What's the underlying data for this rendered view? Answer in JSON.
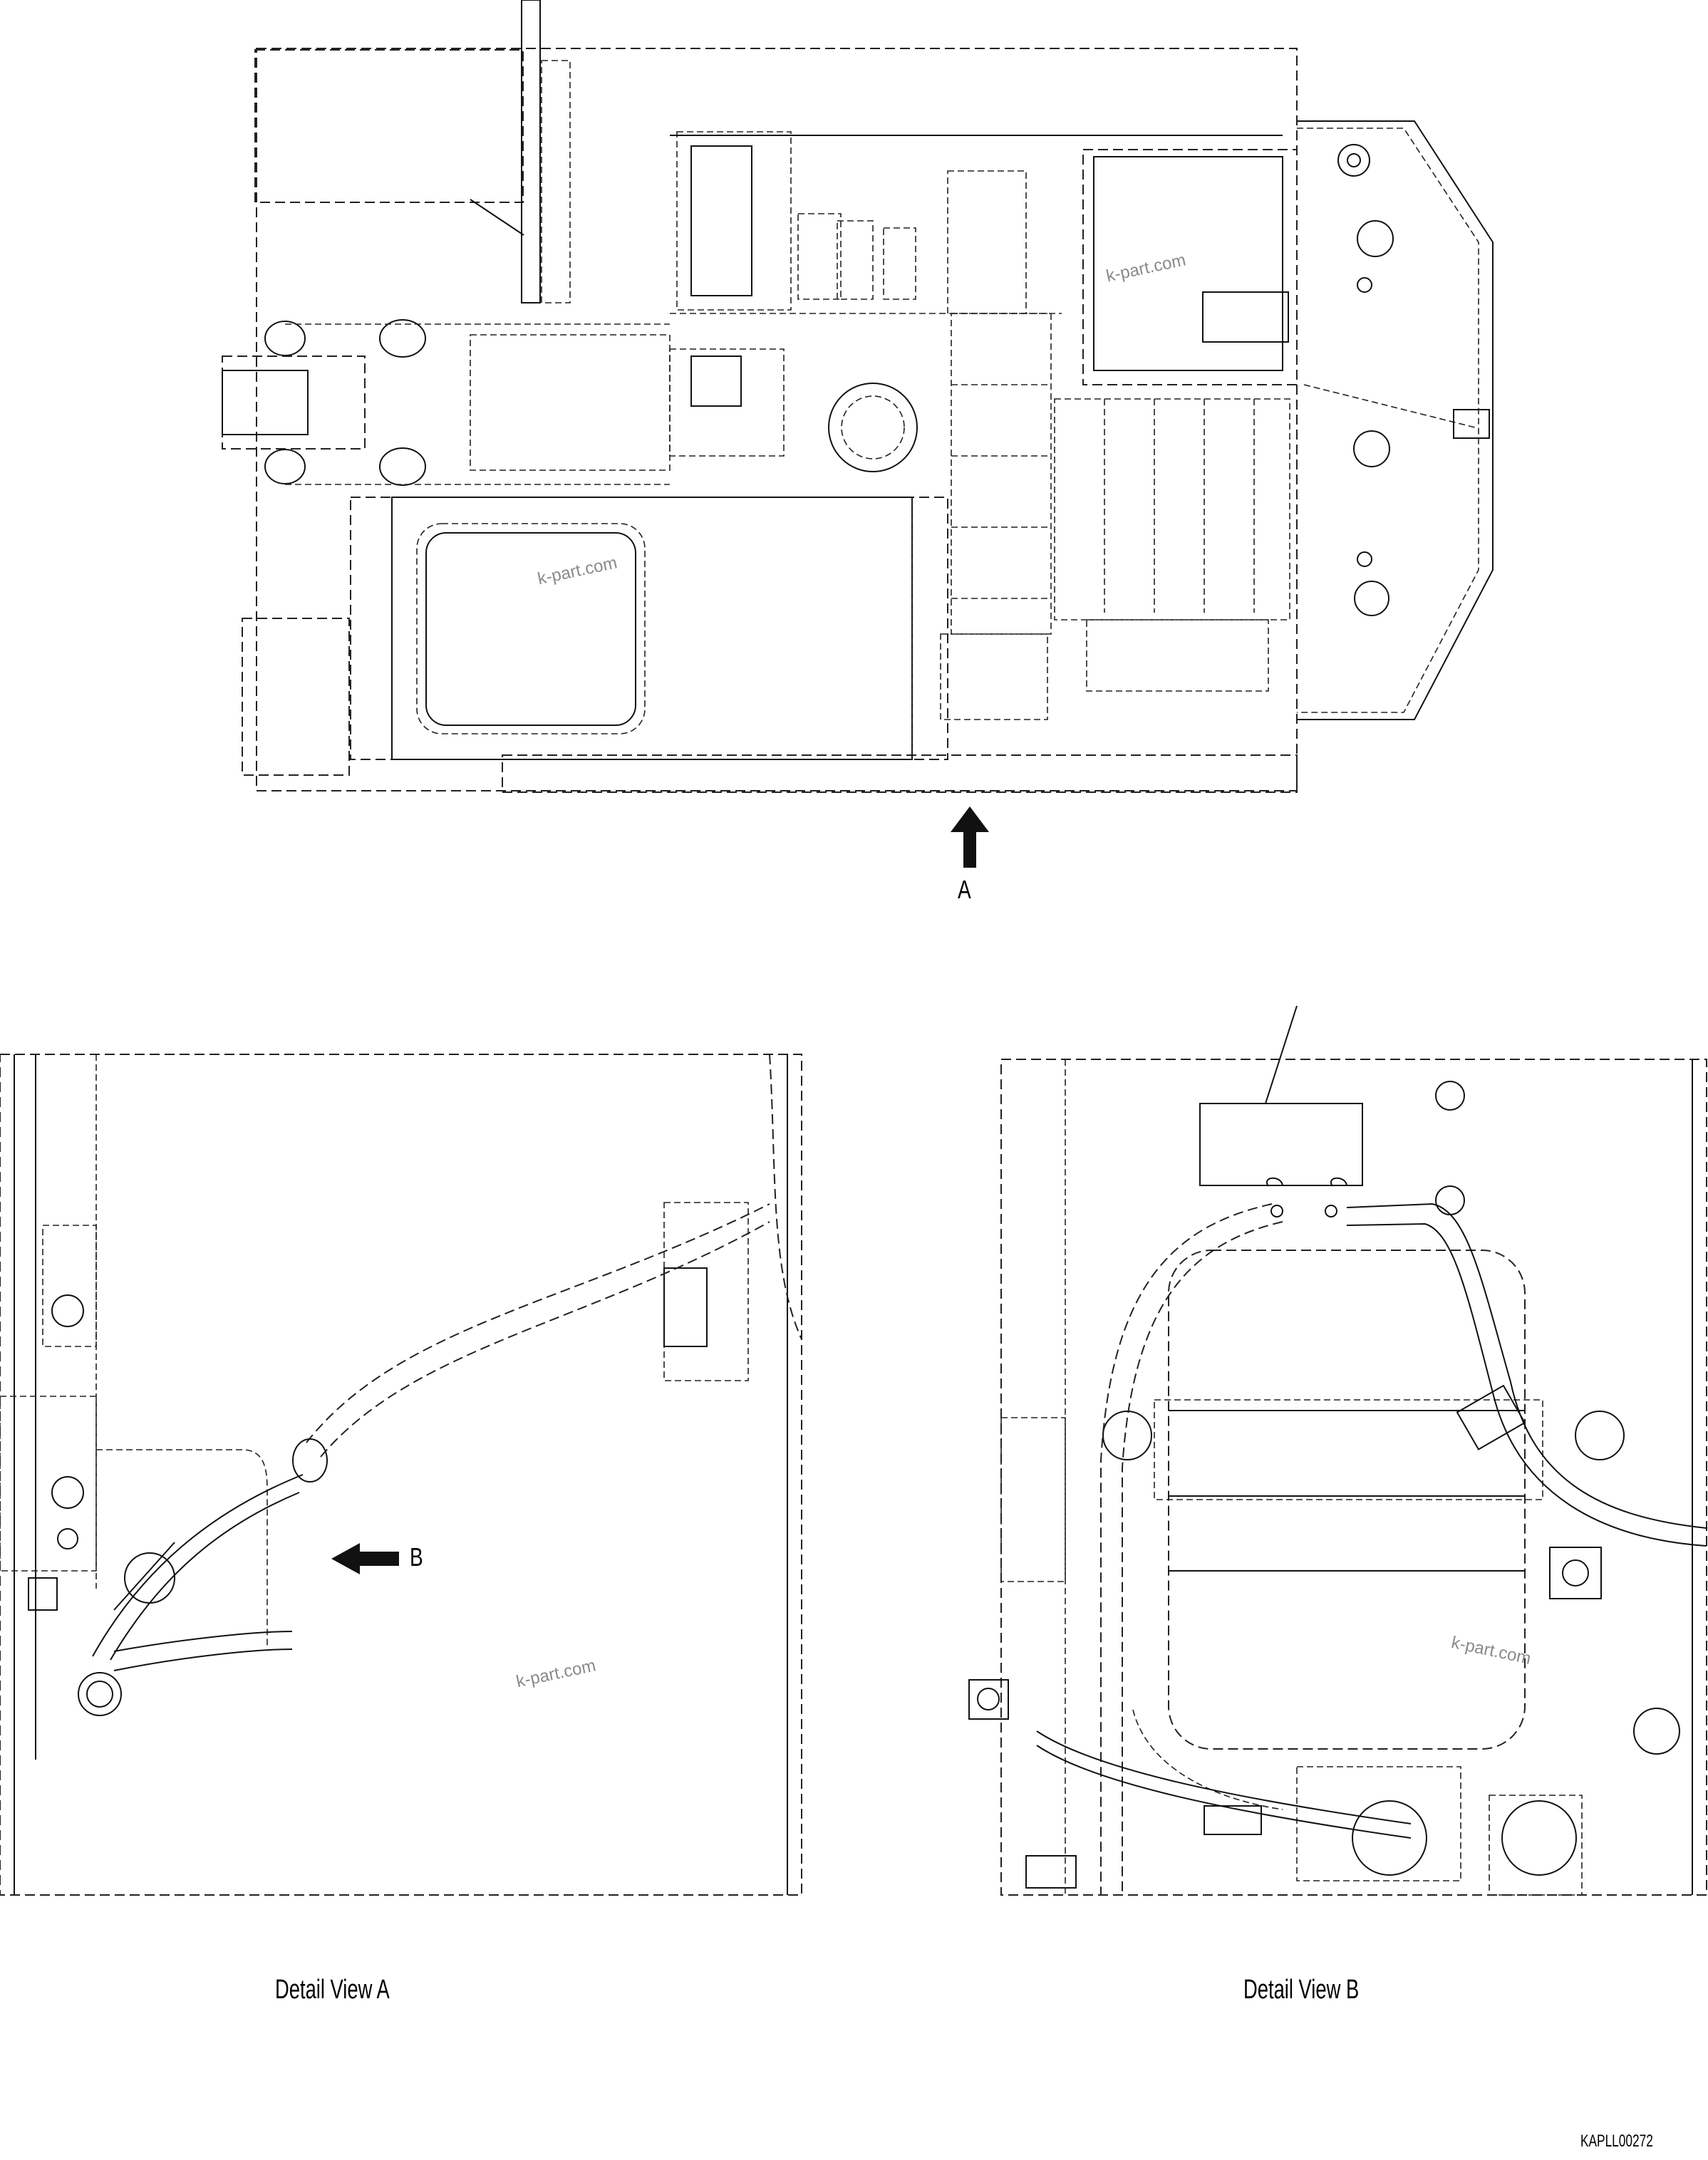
{
  "drawing": {
    "arrow_a_label": "A",
    "arrow_b_label": "B",
    "detail_view_a_caption": "Detail View A",
    "detail_view_b_caption": "Detail View B",
    "drawing_code": "KAPLL00272",
    "watermarks": [
      "k-part.com",
      "k-part.com",
      "k-part.com",
      "k-part.com"
    ]
  }
}
